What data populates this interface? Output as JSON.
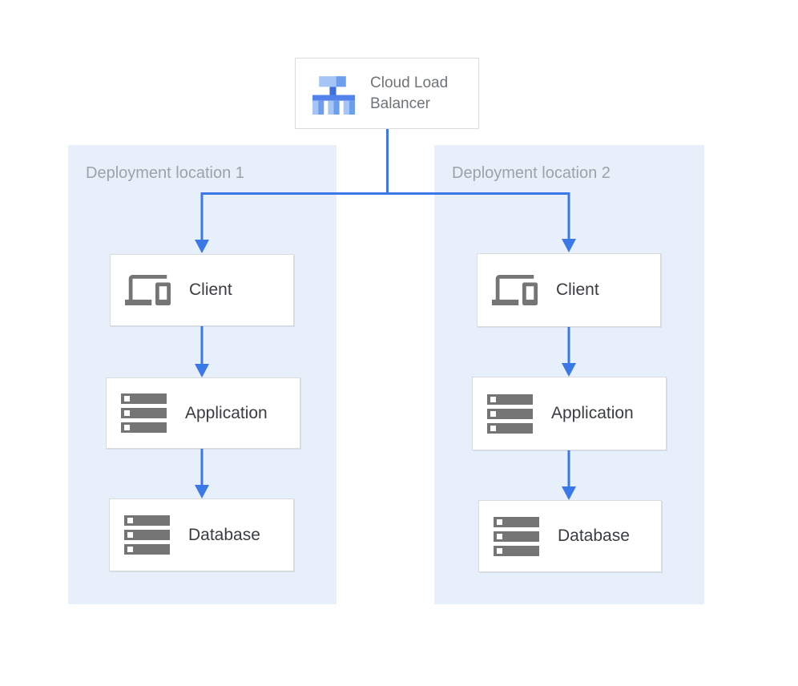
{
  "diagram": {
    "load_balancer": {
      "label": "Cloud Load Balancer",
      "icon": "load-balancer-icon"
    },
    "zones": [
      {
        "label": "Deployment location 1",
        "nodes": [
          {
            "label": "Client",
            "icon": "devices-icon"
          },
          {
            "label": "Application",
            "icon": "server-stack-icon"
          },
          {
            "label": "Database",
            "icon": "server-stack-icon"
          }
        ]
      },
      {
        "label": "Deployment location 2",
        "nodes": [
          {
            "label": "Client",
            "icon": "devices-icon"
          },
          {
            "label": "Application",
            "icon": "server-stack-icon"
          },
          {
            "label": "Database",
            "icon": "server-stack-icon"
          }
        ]
      }
    ],
    "connections": [
      "load-balancer -> zone1-client",
      "load-balancer -> zone2-client",
      "zone1-client -> zone1-application",
      "zone1-application -> zone1-database",
      "zone2-client -> zone2-application",
      "zone2-application -> zone2-database"
    ]
  },
  "colors": {
    "accent": "#3b78e7",
    "zone_bg": "#e6effa",
    "node_bg": "#ffffff",
    "node_border": "#d9dbdd",
    "zone_label": "#9da2a8",
    "node_label": "#393d41",
    "lb_label": "#6f7478",
    "icon_gray": "#757575",
    "lb_light": "#a6c5f7",
    "lb_medium": "#6d9eeb",
    "lb_bar": "#5383ea",
    "lb_stem": "#3e70dc"
  }
}
